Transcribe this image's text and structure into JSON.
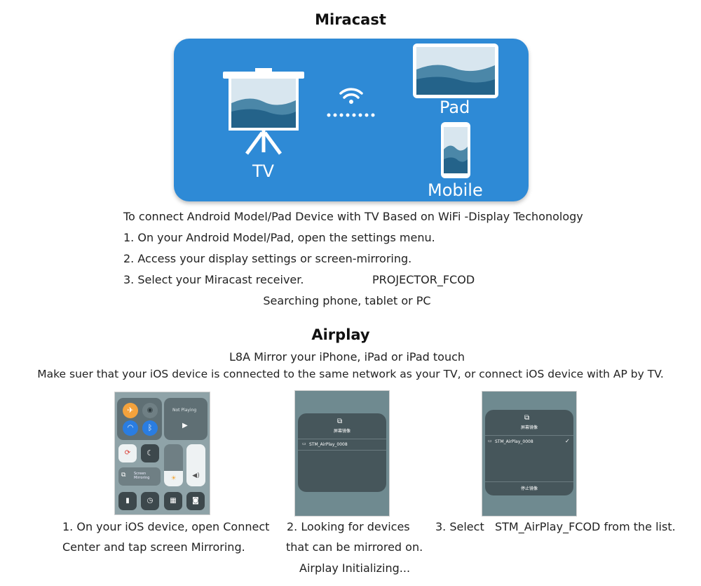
{
  "miracast": {
    "title": "Miracast",
    "banner": {
      "tv_label": "TV",
      "pad_label": "Pad",
      "mobile_label": "Mobile",
      "color": "#2e8ad6",
      "icons": [
        "projector-screen-icon",
        "wifi-icon",
        "tablet-icon",
        "smartphone-icon"
      ]
    },
    "intro": "To connect Android Model/Pad Device with TV Based on WiFi -Display Techonology",
    "steps": [
      "1. On your Android Model/Pad, open the settings menu.",
      "2. Access your display settings or screen-mirroring.",
      "3. Select your Miracast receiver."
    ],
    "receiver_name": "PROJECTOR_FCOD",
    "searching": "Searching phone, tablet or PC"
  },
  "airplay": {
    "title": "Airplay",
    "subtitle": "L8A  Mirror your iPhone, iPad or iPad touch",
    "note": "Make suer that your iOS device is connected to the same network as your TV, or connect iOS device with AP by TV.",
    "shot1": {
      "now_playing": "Not Playing",
      "screen_mirroring": "Screen Mirroring"
    },
    "shot2": {
      "panel_title": "屏幕镜像",
      "device": "STM_AirPlay_0008"
    },
    "shot3": {
      "panel_title": "屏幕镜像",
      "device": "STM_AirPlay_0008",
      "stop": "停止镜像"
    },
    "captions": {
      "c1_line1": "1. On your iOS device, open Connect",
      "c1_line2": "Center and tap screen Mirroring.",
      "c2_line1": "2. Looking for devices",
      "c2_line2": "that can be mirrored on.",
      "c2_line3": "Airplay Initializing...",
      "c3_prefix": "3. Select",
      "c3_suffix": "STM_AirPlay_FCOD from the list."
    }
  }
}
